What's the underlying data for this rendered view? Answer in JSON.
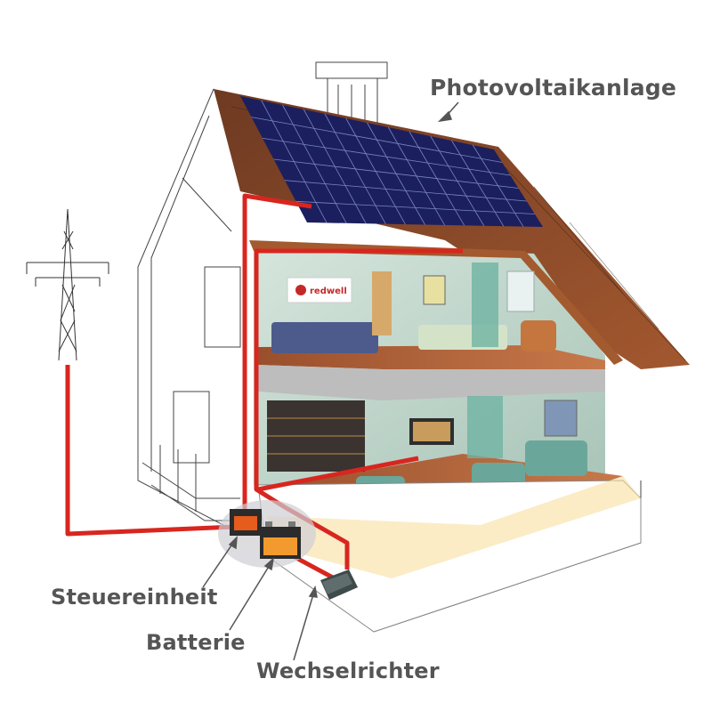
{
  "labels": {
    "photovoltaik": "Photovoltaikanlage",
    "steuereinheit": "Steuereinheit",
    "batterie": "Batterie",
    "wechselrichter": "Wechselrichter"
  },
  "logo": {
    "text": "redwell"
  },
  "colors": {
    "label_text": "#555555",
    "cable": "#d8261f",
    "solar_panel": "#1c1f5e",
    "roof_tile": "#8a4a28",
    "wall_tint": "#cfe0d6",
    "glow": "#f5d58a"
  },
  "icons": [
    "power-pylon-icon",
    "solar-panel-icon",
    "charge-controller-icon",
    "battery-icon",
    "inverter-icon"
  ]
}
